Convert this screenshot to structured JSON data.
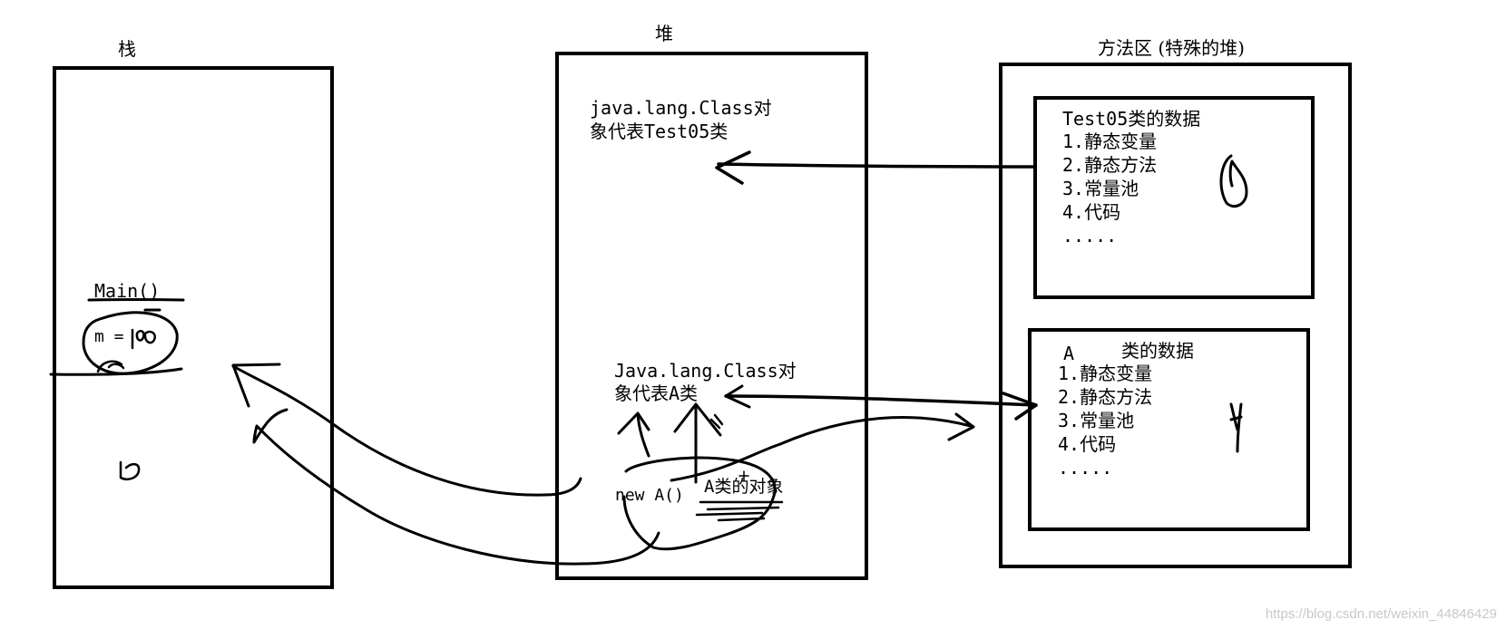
{
  "stack": {
    "title": "栈",
    "main_label": "Main()",
    "var_label": "m = ",
    "var_value_handwritten": "100",
    "handwritten_zero": "0"
  },
  "heap": {
    "title": "堆",
    "class_obj_test05": [
      "java.lang.Class对",
      "象代表Test05类"
    ],
    "class_obj_a": [
      "Java.lang.Class对",
      "象代表A类"
    ],
    "new_a": "new A()",
    "a_object": "A类的对象"
  },
  "method_area": {
    "title": "方法区 (特殊的堆)",
    "test05_box": {
      "heading": "Test05类的数据",
      "items": [
        "1.静态变量",
        "2.静态方法",
        "3.常量池",
        "4.代码",
        "....."
      ],
      "handwritten_value": "0"
    },
    "a_box": {
      "heading_a": "A",
      "heading_rest": "类的数据",
      "items": [
        "1.静态变量",
        "2.静态方法",
        "3.常量池",
        "4.代码",
        "....."
      ],
      "handwritten_value": "y"
    }
  },
  "watermark": "https://blog.csdn.net/weixin_44846429",
  "colors": {
    "ink": "#000000",
    "watermark": "#c8c8c8"
  }
}
